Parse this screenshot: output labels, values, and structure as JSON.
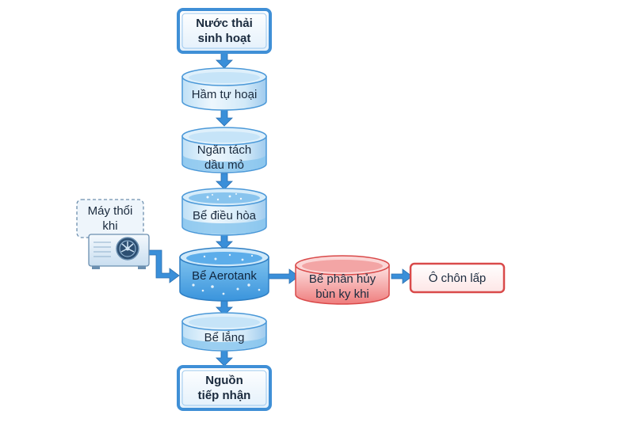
{
  "nodes": {
    "wastewater": "Nước thải\nsinh hoạt",
    "septic": "Hầm tự hoại",
    "oil_separator": "Ngăn tách\ndầu mỏ",
    "equalization": "Bể điều hòa",
    "aerotank": "Bể Aerotank",
    "settling": "Bể lắng",
    "receiving": "Nguồn\ntiếp nhận",
    "blower": "Máy thổi\nkhi",
    "digester": "Bể phân hủy\nbùn ky khi",
    "landfill": "Ô chôn lấp"
  },
  "colors": {
    "flow": "#3a8fd9",
    "tank_blue": "#9fd0f0",
    "tank_red": "#f2a0a0",
    "border_blue": "#3f8fd6",
    "border_red": "#d94a4a"
  }
}
